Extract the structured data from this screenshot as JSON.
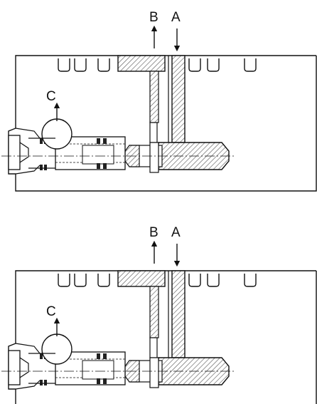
{
  "views": [
    {
      "id": "upper",
      "labels": {
        "b": "B",
        "a": "A",
        "c": "C"
      }
    },
    {
      "id": "lower",
      "labels": {
        "b": "B",
        "a": "A",
        "c": "C"
      }
    }
  ],
  "colors": {
    "line": "#111111",
    "hatch": "#555555",
    "background": "#ffffff"
  }
}
